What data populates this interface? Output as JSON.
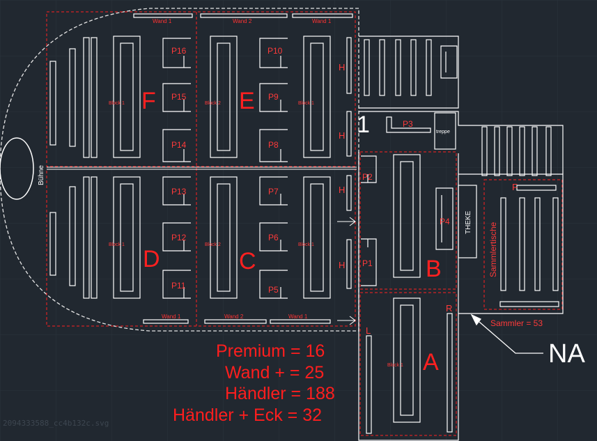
{
  "walls": {
    "wand_1": "Wand 1",
    "wand_2": "Wand 2"
  },
  "stage": "Bühne",
  "sectors": [
    "A",
    "B",
    "C",
    "D",
    "E",
    "F"
  ],
  "blocks": {
    "block_1": "Block 1",
    "block_2": "Block 2"
  },
  "premium_stands": [
    "P1",
    "P2",
    "P3",
    "P4",
    "P5",
    "P6",
    "P7",
    "P8",
    "P9",
    "P10",
    "P11",
    "P12",
    "P13",
    "P14",
    "P15",
    "P16"
  ],
  "row_marks": {
    "h": "H",
    "l": "L",
    "r": "R",
    "f": "F"
  },
  "counter": "THEKE",
  "stairs": "treppe",
  "collector_tables": "Sammlertische",
  "collector_count": "Sammler = 53",
  "na_marker": "NA",
  "one_marker": "1",
  "legend": [
    "Premium = 16",
    "Wand + = 25",
    "Händler = 188",
    "Händler + Eck = 32"
  ],
  "file_stamp": "2094333588_cc4b132c.svg",
  "colors": {
    "background": "#212830",
    "line": "#ffffff",
    "annotation": "#ff2020"
  }
}
